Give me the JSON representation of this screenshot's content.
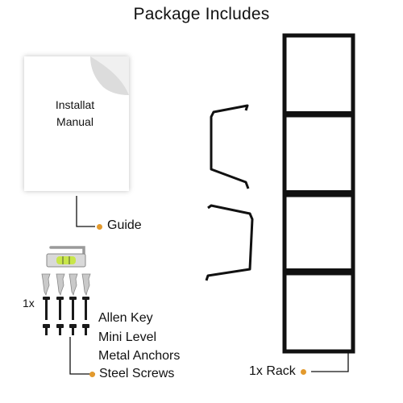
{
  "title": "Package Includes",
  "manual": {
    "line1": "Installat",
    "line2": "Manual"
  },
  "labels": {
    "guide": "Guide",
    "hardware_qty": "1x",
    "allen_key": "Allen Key",
    "mini_level": "Mini Level",
    "metal_anchors": "Metal Anchors",
    "steel_screws": "Steel Screws",
    "rack": "1x Rack"
  },
  "colors": {
    "accent": "#e39a2d",
    "rack": "#111111"
  }
}
